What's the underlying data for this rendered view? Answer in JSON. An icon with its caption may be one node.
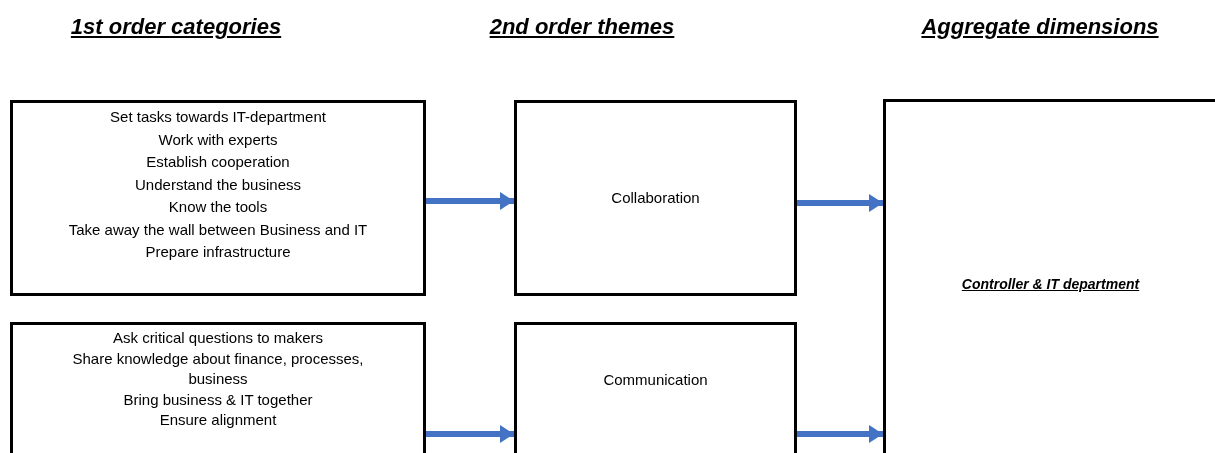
{
  "diagram": {
    "nodes": [
      {
        "text": [
          "Set tasks towards IT-department",
          "Work with experts",
          "Establish cooperation",
          "Understand the business",
          "Know the tools",
          "Take away the wall between Business and IT",
          "Prepare infrastructure"
        ]
      },
      {
        "text": [
          "Collaboration"
        ]
      },
      {
        "text": [
          "Controller & IT department"
        ]
      },
      {
        "text": [
          "Ask critical questions to makers",
          "Share knowledge about finance, processes, business",
          "Bring business & IT together",
          "Ensure alignment"
        ]
      },
      {
        "text": [
          "Communication"
        ]
      }
    ],
    "edges": [
      {
        "from": 0,
        "to": 1,
        "arrow": "to"
      },
      {
        "from": 1,
        "to": 2,
        "arrow": "to"
      },
      {
        "from": 3,
        "to": 4,
        "arrow": "to"
      },
      {
        "from": 4,
        "to": 2,
        "arrow": "to"
      }
    ],
    "labels": [
      "1st order categories",
      "2nd order themes",
      "Aggregate dimensions"
    ]
  }
}
